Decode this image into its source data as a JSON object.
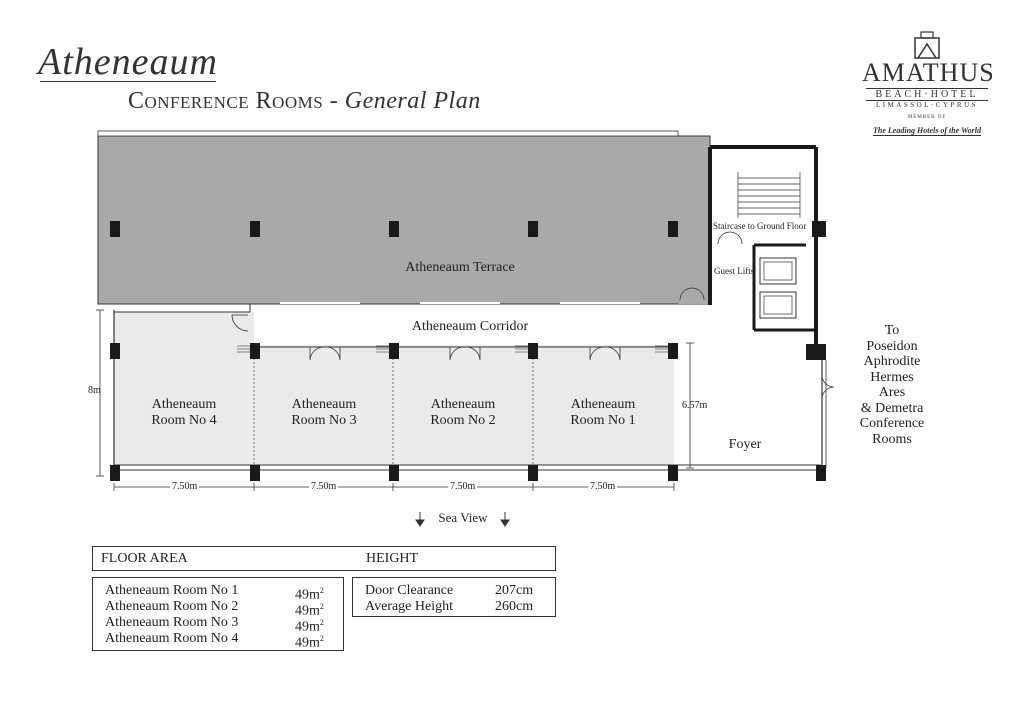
{
  "header": {
    "script_title": "Atheneaum",
    "subtitle_main": "Conference Rooms - ",
    "subtitle_italic": "General Plan"
  },
  "brand": {
    "name": "AMATHUS",
    "line2": "BEACH·HOTEL",
    "line3": "LIMASSOL·CYPRUS",
    "member": "MEMBER OF",
    "lhw": "The Leading Hotels of the World"
  },
  "plan": {
    "terrace": "Atheneaum Terrace",
    "corridor": "Atheneaum Corridor",
    "staircase": "Staircase to Ground Floor",
    "lifts": "Guest Lifts",
    "foyer": "Foyer",
    "direction_lines": [
      "To",
      "Poseidon",
      "Aphrodite",
      "Hermes",
      "Ares",
      "& Demetra",
      "Conference",
      "Rooms"
    ],
    "sea_view": "Sea View",
    "rooms": [
      {
        "line1": "Atheneaum",
        "line2": "Room No 4"
      },
      {
        "line1": "Atheneaum",
        "line2": "Room No 3"
      },
      {
        "line1": "Atheneaum",
        "line2": "Room No 2"
      },
      {
        "line1": "Atheneaum",
        "line2": "Room No 1"
      }
    ],
    "dims": {
      "height_left": "8m",
      "height_right": "6.57m",
      "widths": [
        "7.50m",
        "7.50m",
        "7.50m",
        "7.50m"
      ]
    }
  },
  "table": {
    "floor_area_header": "FLOOR AREA",
    "height_header": "HEIGHT",
    "area_rows": [
      {
        "room": "Atheneaum Room No 1",
        "value": "49m",
        "unit_sup": "2"
      },
      {
        "room": "Atheneaum Room No 2",
        "value": "49m",
        "unit_sup": "2"
      },
      {
        "room": "Atheneaum Room No 3",
        "value": "49m",
        "unit_sup": "2"
      },
      {
        "room": "Atheneaum Room No 4",
        "value": "49m",
        "unit_sup": "2"
      }
    ],
    "height_rows": [
      {
        "label": "Door Clearance",
        "value": "207cm"
      },
      {
        "label": "Average Height",
        "value": "260cm"
      }
    ]
  }
}
